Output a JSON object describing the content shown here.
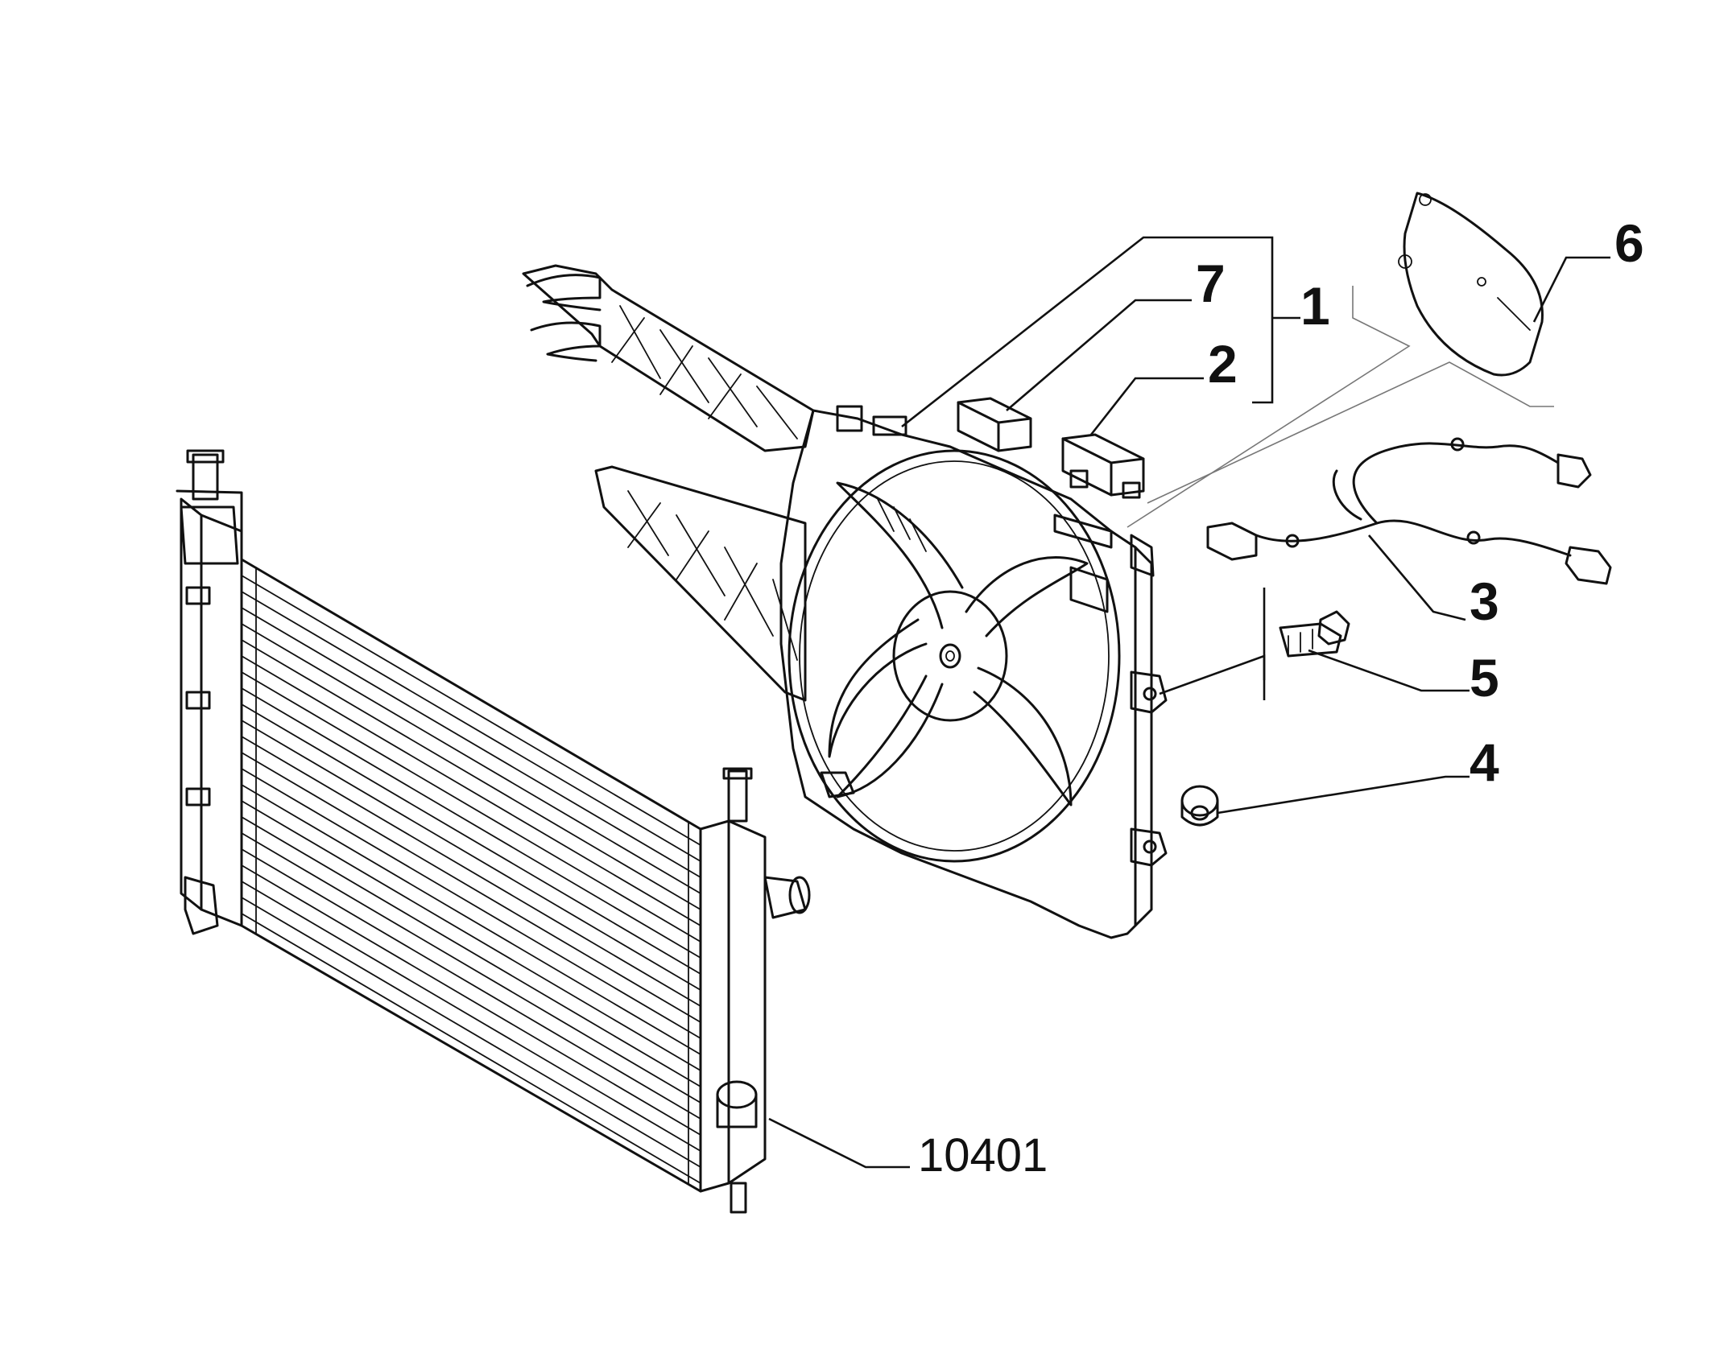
{
  "callouts": {
    "c1": "1",
    "c2": "2",
    "c3": "3",
    "c4": "4",
    "c5": "5",
    "c6": "6",
    "c7": "7",
    "ref_radiator": "10401"
  }
}
